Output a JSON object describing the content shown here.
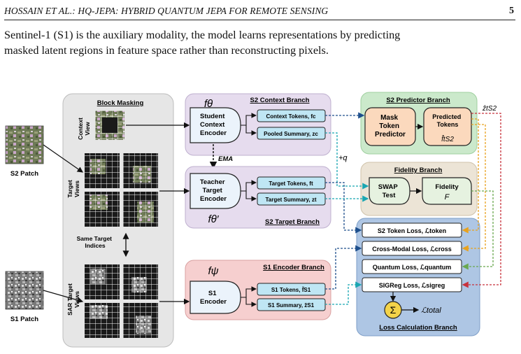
{
  "header": {
    "running_title": "HOSSAIN ET AL.: HQ-JEPA: HYBRID QUANTUM JEPA FOR REMOTE SENSING",
    "page_number": "5"
  },
  "body_text": {
    "line1": "Sentinel-1 (S1) is the auxiliary modality, the model learns representations by predicting",
    "line2": "masked latent regions in feature space rather than reconstructing pixels."
  },
  "diagram": {
    "inputs": {
      "s2_patch": "S2 Patch",
      "s1_patch": "S1 Patch"
    },
    "block_masking": {
      "title": "Block Masking",
      "context_view": [
        "Context",
        "View"
      ],
      "target_views": [
        "Target",
        "Views"
      ],
      "same_target": [
        "Same Target",
        "Indices"
      ],
      "sar_target_views": [
        "SAR Target",
        "Views"
      ]
    },
    "context_branch": {
      "symbol": "fθ",
      "title": "S2 Context Branch",
      "encoder": [
        "Student",
        "Context",
        "Encoder"
      ],
      "context_tokens": "Context Tokens, fc",
      "pooled_summary": "Pooled Summary, zc"
    },
    "ema": "EMA",
    "target_branch": {
      "symbol": "fθ′",
      "title": "S2 Target Branch",
      "encoder": [
        "Teacher",
        "Target",
        "Encoder"
      ],
      "target_tokens": "Target Tokens, ft",
      "target_summary": "Target Summary, zt"
    },
    "s1_branch": {
      "symbol": "fψ",
      "title": "S1 Encoder Branch",
      "encoder": [
        "S1",
        "Encoder"
      ],
      "s1_tokens": "S1 Tokens, f̃S1",
      "s1_summary": "S1 Summary, z̃S1"
    },
    "predictor_branch": {
      "title": "S2 Predictor Branch",
      "mask_predictor": [
        "Mask",
        "Token",
        "Predictor"
      ],
      "predicted_tokens": [
        "Predicted",
        "Tokens"
      ],
      "predicted_symbol": "f̂tS2",
      "output_label": "ẑtS2"
    },
    "fidelity_branch": {
      "title": "Fidelity Branch",
      "swap_test": [
        "SWAP",
        "Test"
      ],
      "fidelity": [
        "Fidelity"
      ],
      "fidelity_symbol": "F",
      "q_label": "+q"
    },
    "loss_branch": {
      "title": "Loss Calculation Branch",
      "losses": [
        "S2 Token Loss, ℒtoken",
        "Cross-Modal Loss, ℒcross",
        "Quantum Loss, ℒquantum",
        "SIGReg Loss, ℒsigreg"
      ],
      "sum_symbol": "Σ",
      "total": "ℒtotal"
    },
    "colors": {
      "masking_bg": "#e6e6e6",
      "context_bg": "#e6dcee",
      "target_bg": "#e6dcee",
      "s1_bg": "#f6cfcf",
      "predictor_bg": "#cbe9cb",
      "fidelity_bg": "#ece4d6",
      "loss_bg": "#aec6e4",
      "token_box": "#bfe6f4",
      "encoder_box": "#ebf3fb",
      "predicted_box": "#fbd9bd",
      "arrow_blue": "#1e4f8c",
      "arrow_teal": "#19a6b2",
      "arrow_red": "#c8323c",
      "arrow_orange": "#e8a21e",
      "arrow_green": "#6aa84f"
    }
  }
}
